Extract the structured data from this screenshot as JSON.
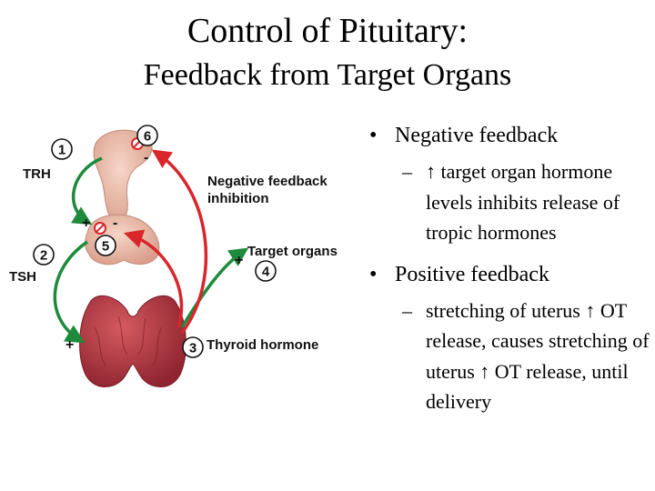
{
  "title": "Control of Pituitary:",
  "subtitle": "Feedback from Target Organs",
  "diagram": {
    "labels": {
      "trh": "TRH",
      "tsh": "TSH",
      "negative_feedback_line1": "Negative feedback",
      "negative_feedback_line2": "inhibition",
      "target_organs": "Target organs",
      "thyroid_hormone": "Thyroid hormone"
    },
    "steps": [
      "1",
      "2",
      "3",
      "4",
      "5",
      "6"
    ],
    "signs": {
      "plus": "+",
      "minus": "-"
    },
    "colors": {
      "stimulation_arrow": "#1e8a3c",
      "inhibition_arrow": "#d9262b",
      "gland": "#e9b8a6",
      "thyroid": "#b3353f"
    }
  },
  "bullets": [
    {
      "label": "Negative feedback",
      "subitems": [
        "↑ target organ hormone levels inhibits release of tropic hormones"
      ]
    },
    {
      "label": "Positive feedback",
      "subitems": [
        "stretching of uterus ↑ OT release, causes stretching of uterus ↑ OT release, until delivery"
      ]
    }
  ]
}
